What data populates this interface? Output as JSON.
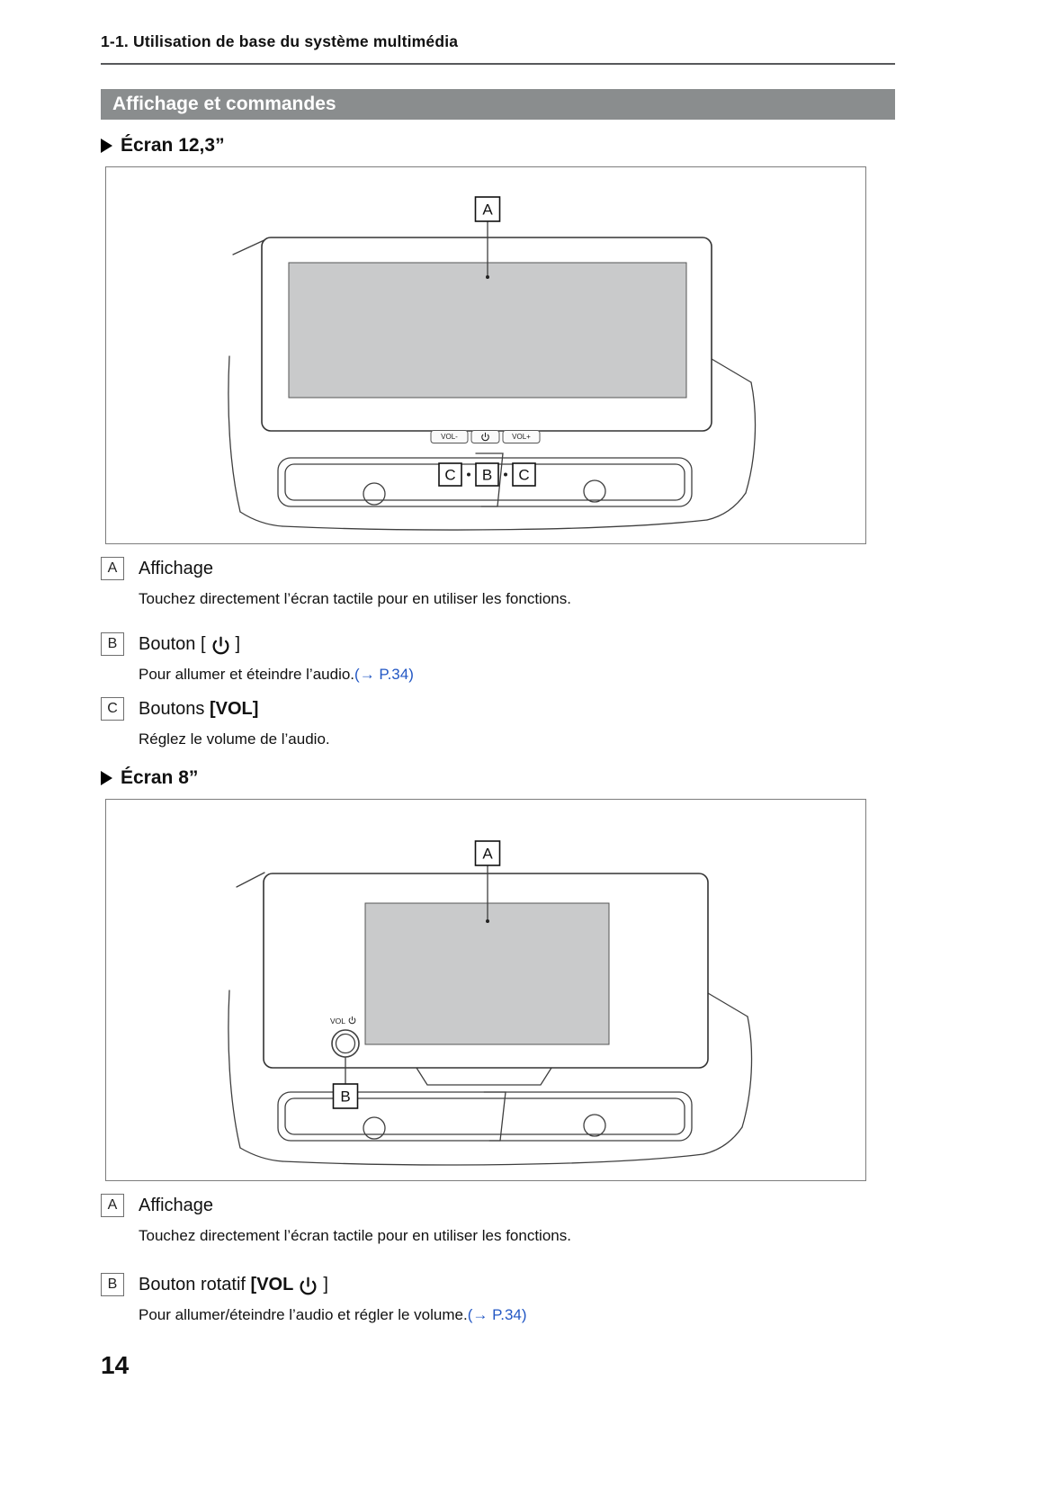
{
  "colors": {
    "banner_bg": "#8a8d8e",
    "link": "#2257c4",
    "screen_fill": "#c9cacb",
    "line": "#3f3f3f"
  },
  "header": {
    "breadcrumb": "1-1. Utilisation de base du système multimédia"
  },
  "banner": {
    "title": "Affichage et commandes"
  },
  "screen_12": {
    "heading": "Écran 12,3”",
    "figure": {
      "label_a": "A",
      "label_b": "B",
      "label_c": "C",
      "btn_vol_minus": "VOL-",
      "btn_vol_plus": "VOL+",
      "power_icon": "power-icon"
    },
    "items": {
      "a": {
        "key": "A",
        "title": "Affichage",
        "desc": "Touchez directement l’écran tactile pour en utiliser les fonctions."
      },
      "b": {
        "key": "B",
        "title_pre": "Bouton [",
        "title_post": "]",
        "desc": "Pour allumer et éteindre l’audio.",
        "link": "(→ P.34)"
      },
      "c": {
        "key": "C",
        "title_pre": "Boutons ",
        "title_bold": "[VOL]",
        "desc": "Réglez le volume de l’audio."
      }
    }
  },
  "screen_8": {
    "heading": "Écran 8”",
    "figure": {
      "label_a": "A",
      "label_b": "B",
      "knob_label": "VOL",
      "power_icon": "power-icon"
    },
    "items": {
      "a": {
        "key": "A",
        "title": "Affichage",
        "desc": "Touchez directement l’écran tactile pour en utiliser les fonctions."
      },
      "b": {
        "key": "B",
        "title_pre": "Bouton rotatif ",
        "title_bold": "[VOL",
        "title_post": "]",
        "desc": "Pour allumer/éteindre l’audio et régler le volume.",
        "link": "(→ P.34)"
      }
    }
  },
  "footer": {
    "page_number": "14"
  }
}
